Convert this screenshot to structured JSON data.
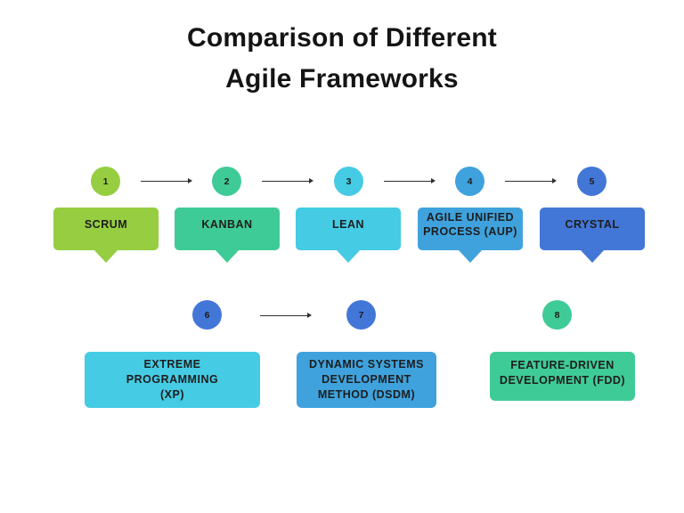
{
  "title": {
    "text": "Comparison of Different\nAgile Frameworks"
  },
  "palette": {
    "background": "#FFFFFF",
    "lime_green": "#96CD41",
    "emerald": "#3FCB97",
    "cyan": "#45CBE4",
    "sky_blue": "#3FA2DD",
    "royal_blue": "#4377D7",
    "text_dark": "#1C1C1C",
    "arrow": "#2F2F2F"
  },
  "frameworks": [
    {
      "number": "1",
      "name": "SCRUM",
      "circle_color": "#96CD41",
      "box_color": "#96CD41"
    },
    {
      "number": "2",
      "name": "KANBAN",
      "circle_color": "#3FCB97",
      "box_color": "#3FCB97"
    },
    {
      "number": "3",
      "name": "LEAN",
      "circle_color": "#45CBE4",
      "box_color": "#45CBE4"
    },
    {
      "number": "4",
      "name": "AGILE UNIFIED\nPROCESS (AUP)",
      "circle_color": "#3FA2DD",
      "box_color": "#3FA2DD"
    },
    {
      "number": "5",
      "name": "CRYSTAL",
      "circle_color": "#4377D7",
      "box_color": "#4377D7"
    },
    {
      "number": "6",
      "name": "EXTREME\nPROGRAMMING\n(XP)",
      "circle_color": "#4377D7",
      "box_color": "#45CBE4"
    },
    {
      "number": "7",
      "name": "DYNAMIC SYSTEMS\nDEVELOPMENT\nMETHOD (DSDM)",
      "circle_color": "#4377D7",
      "box_color": "#3FA2DD"
    },
    {
      "number": "8",
      "name": "FEATURE-DRIVEN\nDEVELOPMENT (FDD)",
      "circle_color": "#3FCB97",
      "box_color": "#3FCB97"
    }
  ],
  "connectors": [
    {
      "from": "1",
      "to": "2"
    },
    {
      "from": "2",
      "to": "3"
    },
    {
      "from": "3",
      "to": "4"
    },
    {
      "from": "4",
      "to": "5"
    },
    {
      "from": "6",
      "to": "7"
    }
  ]
}
